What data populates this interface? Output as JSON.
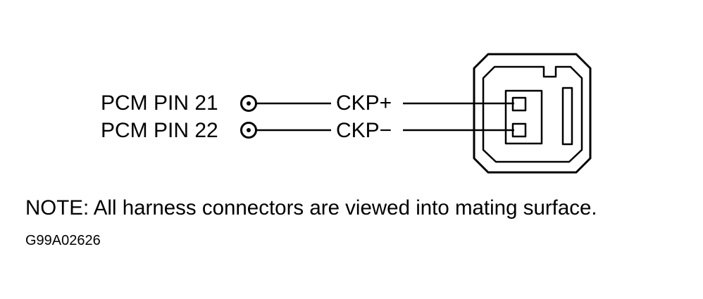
{
  "pins": [
    {
      "label": "PCM PIN 21",
      "signal": "CKP+"
    },
    {
      "label": "PCM PIN 22",
      "signal": "CKP−"
    }
  ],
  "note": "NOTE:  All harness connectors are viewed into mating surface.",
  "figure_code": "G99A02626",
  "colors": {
    "ink": "#000000",
    "background": "#ffffff"
  }
}
